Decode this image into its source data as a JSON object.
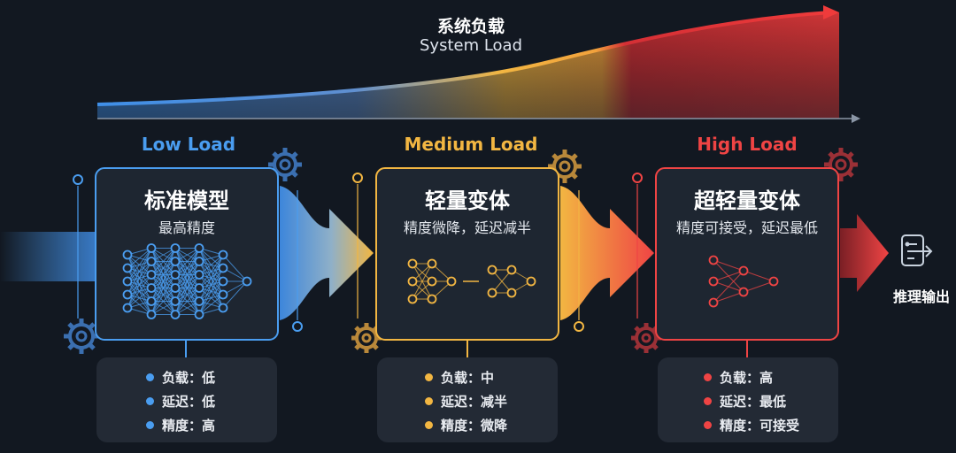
{
  "header": {
    "title_zh": "系统负载",
    "title_en": "System Load"
  },
  "stages": [
    {
      "load_label": "Low Load",
      "title": "标准模型",
      "subtitle": "最高精度",
      "accent": "#4a9df0",
      "metrics": [
        {
          "key": "负载",
          "sep": "：",
          "value": "低"
        },
        {
          "key": "延迟",
          "sep": "：",
          "value": "低"
        },
        {
          "key": "精度",
          "sep": "：",
          "value": "高"
        }
      ]
    },
    {
      "load_label": "Medium Load",
      "title": "轻量变体",
      "subtitle": "精度微降，延迟减半",
      "accent": "#f2b642",
      "metrics": [
        {
          "key": "负载",
          "sep": "：",
          "value": "中"
        },
        {
          "key": "延迟",
          "sep": "：",
          "value": "减半"
        },
        {
          "key": "精度",
          "sep": "：",
          "value": "微降"
        }
      ]
    },
    {
      "load_label": "High Load",
      "title": "超轻量变体",
      "subtitle": "精度可接受，延迟最低",
      "accent": "#ef4444",
      "metrics": [
        {
          "key": "负载",
          "sep": "：",
          "value": "高"
        },
        {
          "key": "延迟",
          "sep": "：",
          "value": "最低"
        },
        {
          "key": "精度",
          "sep": "：",
          "value": "可接受"
        }
      ]
    }
  ],
  "output": {
    "label": "推理输出",
    "icon": "inference-output-icon"
  },
  "colors": {
    "background": "#121821",
    "low": "#4a9df0",
    "medium": "#f2b642",
    "high": "#ef4444",
    "axis": "#8a95a5"
  }
}
